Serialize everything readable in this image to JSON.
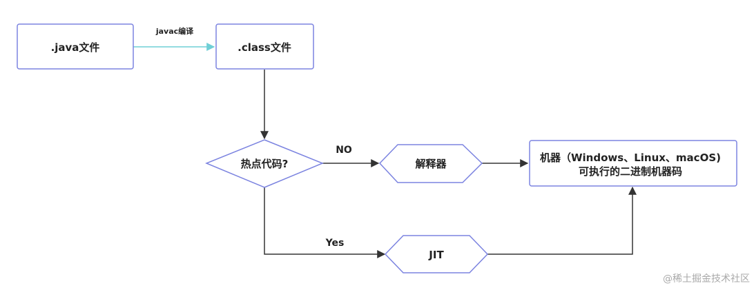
{
  "nodes": {
    "java_file": ".java文件",
    "class_file": ".class文件",
    "hotspot_decision": "热点代码?",
    "interpreter": "解释器",
    "jit": "JIT",
    "machine_code_line1": "机器（Windows、Linux、macOS)",
    "machine_code_line2": "可执行的二进制机器码"
  },
  "edges": {
    "compile_label": "javac编译",
    "no_label": "NO",
    "yes_label": "Yes"
  },
  "watermark": "@稀土掘金技术社区",
  "colors": {
    "node_border": "#7b83e0",
    "compile_arrow": "#6fcfd6",
    "arrow": "#333333",
    "text": "#222222",
    "watermark": "#a9a9a9"
  }
}
